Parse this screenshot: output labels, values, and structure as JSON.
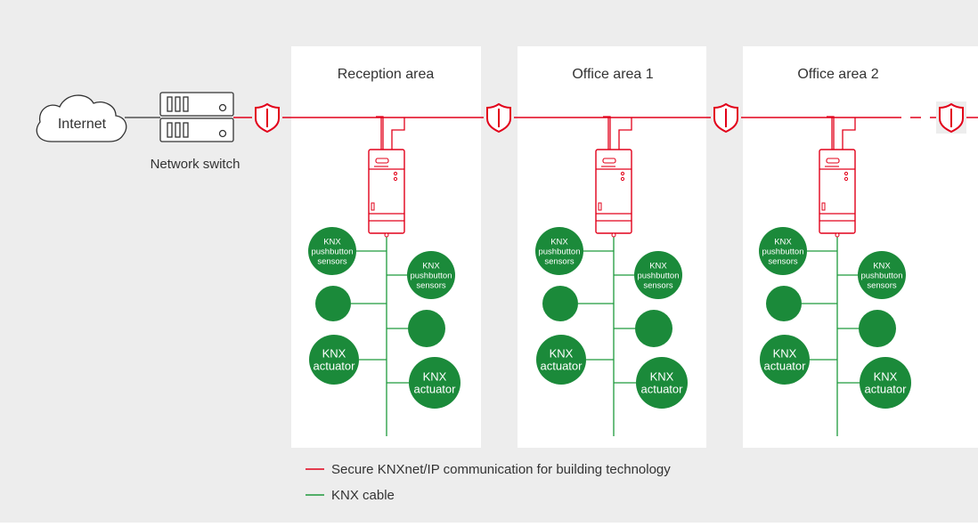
{
  "colors": {
    "background": "#ededed",
    "panel": "#ffffff",
    "ip_line": "#e2001a",
    "knx_line": "#1e9a3c",
    "node_fill": "#1b8a3a",
    "text": "#333333"
  },
  "internet": {
    "label": "Internet",
    "icon": "cloud-icon"
  },
  "network_switch": {
    "label": "Network switch",
    "icon": "switch-icon"
  },
  "firewall_icon": "shield-icon",
  "ip_router_icon": "knx-ip-router-icon",
  "areas": [
    {
      "title": "Reception area",
      "nodes": [
        {
          "label": [
            "KNX",
            "pushbutton",
            "sensors"
          ]
        },
        {
          "label": [
            "KNX",
            "pushbutton",
            "sensors"
          ]
        },
        {
          "label": []
        },
        {
          "label": []
        },
        {
          "label": [
            "KNX",
            "actuator"
          ]
        },
        {
          "label": [
            "KNX",
            "actuator"
          ]
        }
      ]
    },
    {
      "title": "Office area 1",
      "nodes": [
        {
          "label": [
            "KNX",
            "pushbutton",
            "sensors"
          ]
        },
        {
          "label": [
            "KNX",
            "pushbutton",
            "sensors"
          ]
        },
        {
          "label": []
        },
        {
          "label": []
        },
        {
          "label": [
            "KNX",
            "actuator"
          ]
        },
        {
          "label": [
            "KNX",
            "actuator"
          ]
        }
      ]
    },
    {
      "title": "Office area 2",
      "nodes": [
        {
          "label": [
            "KNX",
            "pushbutton",
            "sensors"
          ]
        },
        {
          "label": [
            "KNX",
            "pushbutton",
            "sensors"
          ]
        },
        {
          "label": []
        },
        {
          "label": []
        },
        {
          "label": [
            "KNX",
            "actuator"
          ]
        },
        {
          "label": [
            "KNX",
            "actuator"
          ]
        }
      ]
    }
  ],
  "legend": [
    {
      "label": "Secure KNXnet/IP communication for building technology",
      "color": "#e2001a"
    },
    {
      "label": "KNX cable",
      "color": "#1e9a3c"
    }
  ]
}
